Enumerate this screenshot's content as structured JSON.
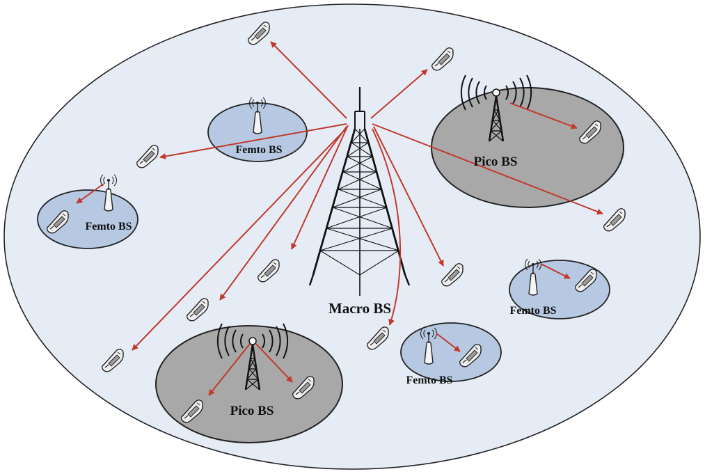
{
  "labels": {
    "macro": "Macro BS",
    "pico_1": "Pico BS",
    "pico_2": "Pico BS",
    "femto_1": "Femto BS",
    "femto_2": "Femto BS",
    "femto_3": "Femto BS",
    "femto_4": "Femto BS"
  },
  "icons": {
    "macro_tower": "lattice-tower-icon",
    "pico_tower": "small-lattice-tower-icon",
    "femto_ap": "femto-access-point-icon",
    "user_equipment": "mobile-phone-icon"
  },
  "colors": {
    "macro_cell_fill": "#e6ecf6",
    "pico_cell_fill": "#a8a8a8",
    "femto_cell_fill": "#b7c9e2",
    "link_arrow": "#c0392b",
    "outline": "#222222"
  }
}
